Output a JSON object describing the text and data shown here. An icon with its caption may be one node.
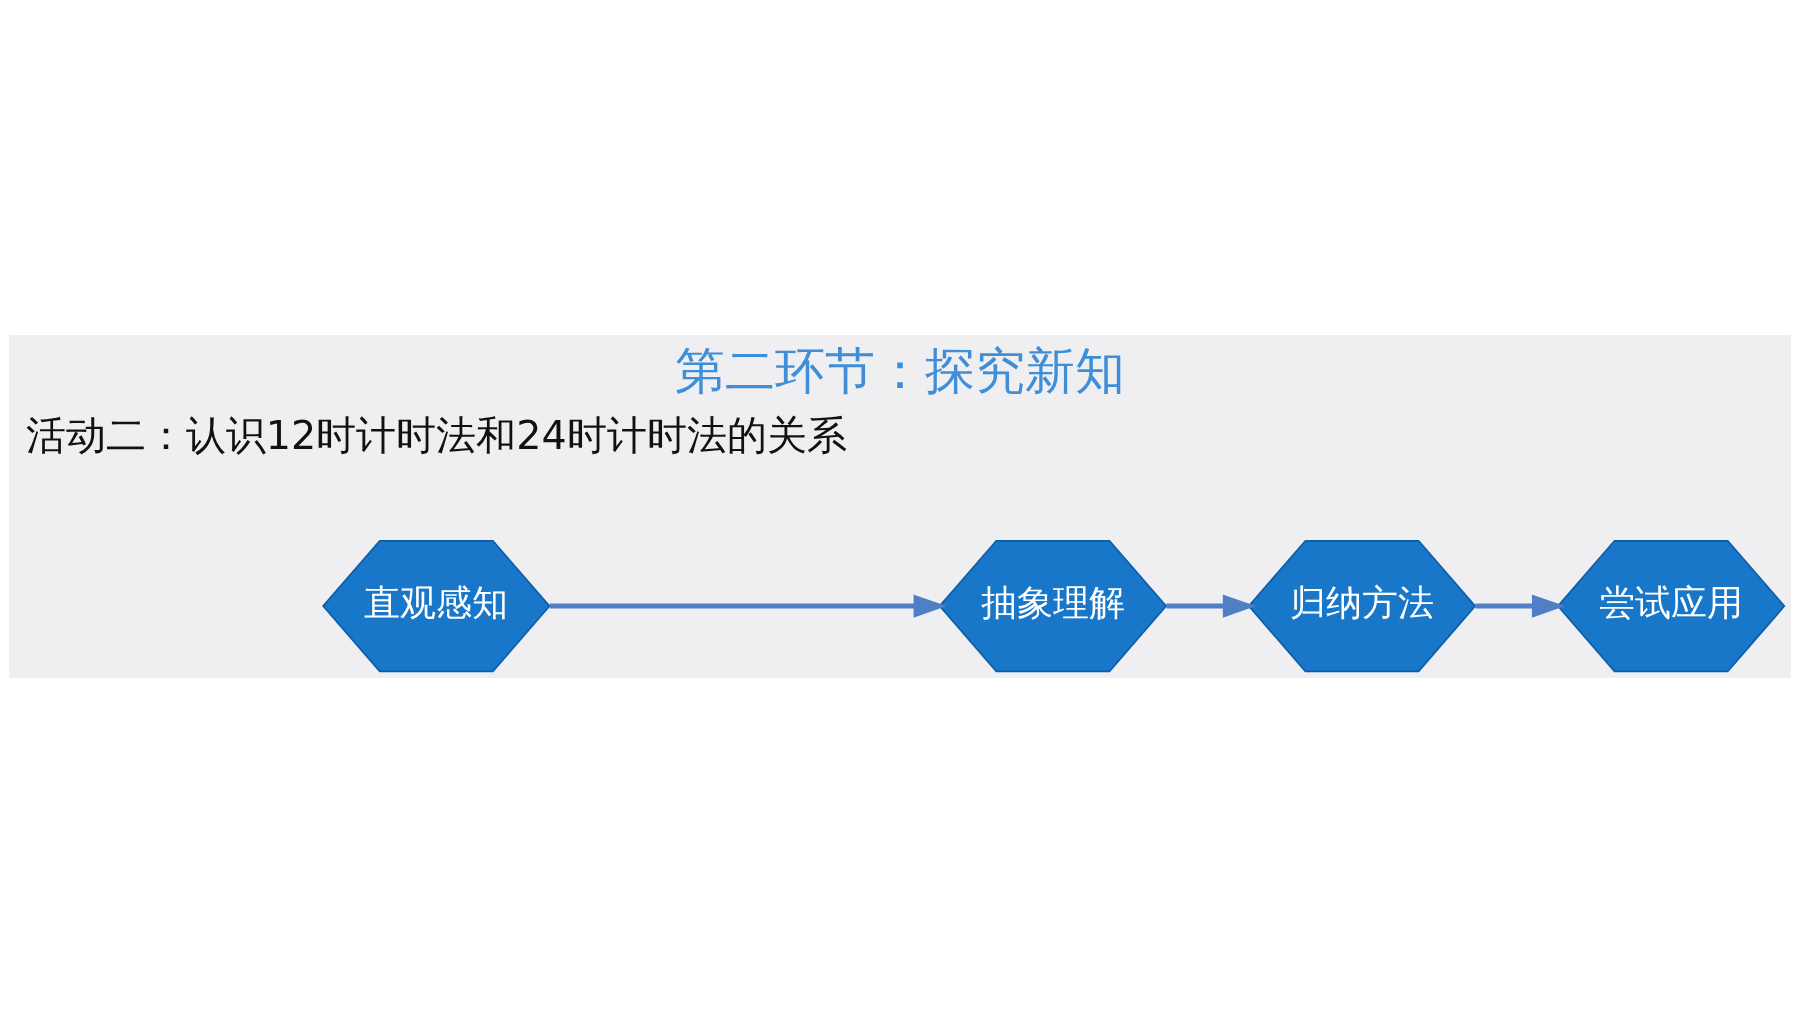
{
  "diagram": {
    "title": "第二环节：探究新知",
    "nodes": [
      {
        "text": [
          "直观感知"
        ]
      },
      {
        "text": [
          "抽象理解"
        ]
      },
      {
        "text": [
          "归纳方法"
        ]
      },
      {
        "text": [
          "尝试应用"
        ]
      }
    ],
    "edges": [
      {
        "from": 0,
        "to": 1,
        "arrow": "to"
      },
      {
        "from": 1,
        "to": 2,
        "arrow": "to"
      },
      {
        "from": 2,
        "to": 3,
        "arrow": "to"
      }
    ],
    "labels": [
      "活动二：认识12时计时法和24时计时法的关系"
    ]
  }
}
